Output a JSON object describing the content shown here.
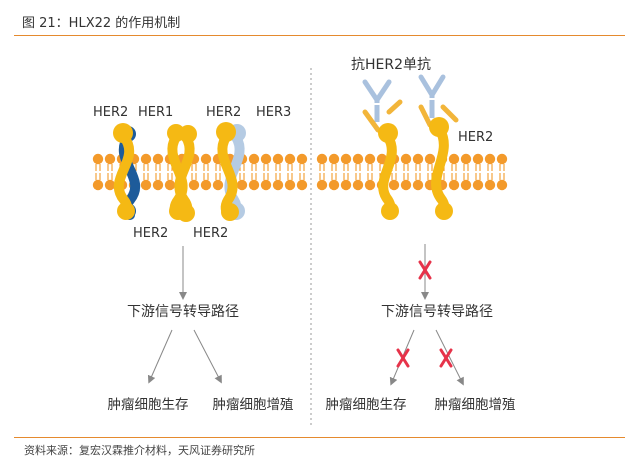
{
  "header": {
    "title": "图 21：HLX22 的作用机制"
  },
  "footer": {
    "source": "资料来源：复宏汉霖推介材料，天风证券研究所"
  },
  "left": {
    "top_labels": [
      "HER2",
      "HER1",
      "HER2",
      "HER3"
    ],
    "bottom_labels": [
      "HER2",
      "HER2"
    ],
    "pathway": "下游信号转导路径",
    "outcomes": [
      "肿瘤细胞生存",
      "肿瘤细胞增殖"
    ]
  },
  "right": {
    "antibody_label": "抗HER2单抗",
    "receptor_label": "HER2",
    "pathway": "下游信号转导路径",
    "outcomes": [
      "肿瘤细胞生存",
      "肿瘤细胞增殖"
    ]
  },
  "colors": {
    "accent": "#e58a2e",
    "membrane": "#f39a2b",
    "her2": "#f5b914",
    "her1": "#1d5b9a",
    "her3": "#b5cbe3",
    "block": "#e6334a",
    "antibody_arm": "#f2b53a",
    "antibody_stem": "#a9c1de"
  }
}
